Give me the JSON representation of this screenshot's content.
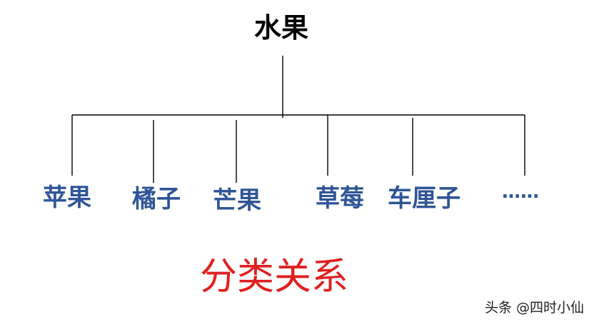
{
  "diagram": {
    "root": "水果",
    "children": [
      "苹果",
      "橘子",
      "芒果",
      "草莓",
      "车厘子",
      "……"
    ],
    "caption": "分类关系",
    "colors": {
      "root_text": "#000000",
      "child_text": "#2f5597",
      "caption_text": "#e02020",
      "lines": "#000000"
    }
  },
  "watermark": {
    "text": "头条 @四时小仙"
  }
}
